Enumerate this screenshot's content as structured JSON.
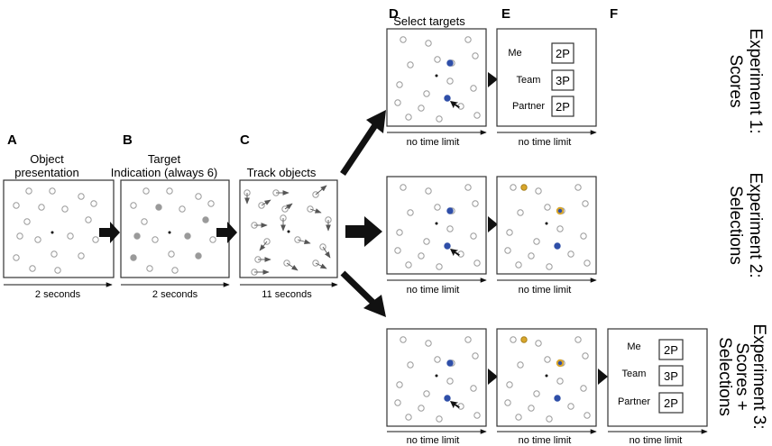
{
  "panel_letters": [
    "A",
    "B",
    "C",
    "D",
    "E",
    "F"
  ],
  "captions": {
    "a_line1": "Object",
    "a_line2": "presentation",
    "b_line1": "Target",
    "b_line2": "Indication (always 6)",
    "c": "Track objects",
    "d": "Select targets"
  },
  "durations": {
    "a": "2 seconds",
    "b": "2 seconds",
    "c": "11 seconds",
    "no_limit": "no time limit"
  },
  "scores": {
    "rows": [
      {
        "label": "Me",
        "value": "2P"
      },
      {
        "label": "Team",
        "value": "3P"
      },
      {
        "label": "Partner",
        "value": "2P"
      }
    ]
  },
  "experiments": {
    "exp1_line1": "Experiment 1:",
    "exp1_line2": "Scores",
    "exp2_line1": "Experiment 2:",
    "exp2_line2": "Selections",
    "exp3_line1": "Experiment 3:",
    "exp3_line2": "Scores +",
    "exp3_line3": "Selections"
  },
  "colors": {
    "target_grey": "#9a9a9a",
    "selected_blue": "#2f4fa8",
    "partner_yellow": "#d9a62a",
    "circle_stroke": "#9a9a9a",
    "panel_border": "#333333"
  }
}
